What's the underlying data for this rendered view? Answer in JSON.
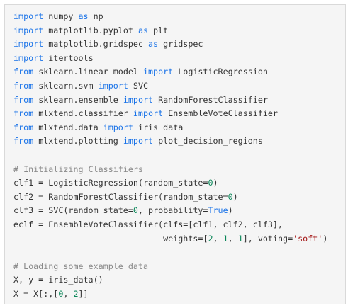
{
  "colors": {
    "keyword": "#1a73e8",
    "comment": "#888888",
    "number": "#098658",
    "string": "#a31515",
    "text": "#333333",
    "background": "#f5f5f5",
    "border": "#d9d9d9"
  },
  "code": {
    "lines": [
      [
        {
          "t": "kw",
          "v": "import"
        },
        {
          "t": "txt",
          "v": " numpy "
        },
        {
          "t": "kw",
          "v": "as"
        },
        {
          "t": "txt",
          "v": " np"
        }
      ],
      [
        {
          "t": "kw",
          "v": "import"
        },
        {
          "t": "txt",
          "v": " matplotlib.pyplot "
        },
        {
          "t": "kw",
          "v": "as"
        },
        {
          "t": "txt",
          "v": " plt"
        }
      ],
      [
        {
          "t": "kw",
          "v": "import"
        },
        {
          "t": "txt",
          "v": " matplotlib.gridspec "
        },
        {
          "t": "kw",
          "v": "as"
        },
        {
          "t": "txt",
          "v": " gridspec"
        }
      ],
      [
        {
          "t": "kw",
          "v": "import"
        },
        {
          "t": "txt",
          "v": " itertools"
        }
      ],
      [
        {
          "t": "kw",
          "v": "from"
        },
        {
          "t": "txt",
          "v": " sklearn.linear_model "
        },
        {
          "t": "kw",
          "v": "import"
        },
        {
          "t": "txt",
          "v": " LogisticRegression"
        }
      ],
      [
        {
          "t": "kw",
          "v": "from"
        },
        {
          "t": "txt",
          "v": " sklearn.svm "
        },
        {
          "t": "kw",
          "v": "import"
        },
        {
          "t": "txt",
          "v": " SVC"
        }
      ],
      [
        {
          "t": "kw",
          "v": "from"
        },
        {
          "t": "txt",
          "v": " sklearn.ensemble "
        },
        {
          "t": "kw",
          "v": "import"
        },
        {
          "t": "txt",
          "v": " RandomForestClassifier"
        }
      ],
      [
        {
          "t": "kw",
          "v": "from"
        },
        {
          "t": "txt",
          "v": " mlxtend.classifier "
        },
        {
          "t": "kw",
          "v": "import"
        },
        {
          "t": "txt",
          "v": " EnsembleVoteClassifier"
        }
      ],
      [
        {
          "t": "kw",
          "v": "from"
        },
        {
          "t": "txt",
          "v": " mlxtend.data "
        },
        {
          "t": "kw",
          "v": "import"
        },
        {
          "t": "txt",
          "v": " iris_data"
        }
      ],
      [
        {
          "t": "kw",
          "v": "from"
        },
        {
          "t": "txt",
          "v": " mlxtend.plotting "
        },
        {
          "t": "kw",
          "v": "import"
        },
        {
          "t": "txt",
          "v": " plot_decision_regions"
        }
      ],
      [],
      [
        {
          "t": "cm",
          "v": "# Initializing Classifiers"
        }
      ],
      [
        {
          "t": "txt",
          "v": "clf1 = LogisticRegression(random_state="
        },
        {
          "t": "num",
          "v": "0"
        },
        {
          "t": "txt",
          "v": ")"
        }
      ],
      [
        {
          "t": "txt",
          "v": "clf2 = RandomForestClassifier(random_state="
        },
        {
          "t": "num",
          "v": "0"
        },
        {
          "t": "txt",
          "v": ")"
        }
      ],
      [
        {
          "t": "txt",
          "v": "clf3 = SVC(random_state="
        },
        {
          "t": "num",
          "v": "0"
        },
        {
          "t": "txt",
          "v": ", probability="
        },
        {
          "t": "bool",
          "v": "True"
        },
        {
          "t": "txt",
          "v": ")"
        }
      ],
      [
        {
          "t": "txt",
          "v": "eclf = EnsembleVoteClassifier(clfs=[clf1, clf2, clf3],"
        }
      ],
      [
        {
          "t": "txt",
          "v": "                              weights=["
        },
        {
          "t": "num",
          "v": "2"
        },
        {
          "t": "txt",
          "v": ", "
        },
        {
          "t": "num",
          "v": "1"
        },
        {
          "t": "txt",
          "v": ", "
        },
        {
          "t": "num",
          "v": "1"
        },
        {
          "t": "txt",
          "v": "], voting="
        },
        {
          "t": "str",
          "v": "'soft'"
        },
        {
          "t": "txt",
          "v": ")"
        }
      ],
      [],
      [
        {
          "t": "cm",
          "v": "# Loading some example data"
        }
      ],
      [
        {
          "t": "txt",
          "v": "X, y = iris_data()"
        }
      ],
      [
        {
          "t": "txt",
          "v": "X = X[:,["
        },
        {
          "t": "num",
          "v": "0"
        },
        {
          "t": "txt",
          "v": ", "
        },
        {
          "t": "num",
          "v": "2"
        },
        {
          "t": "txt",
          "v": "]]"
        }
      ]
    ]
  }
}
